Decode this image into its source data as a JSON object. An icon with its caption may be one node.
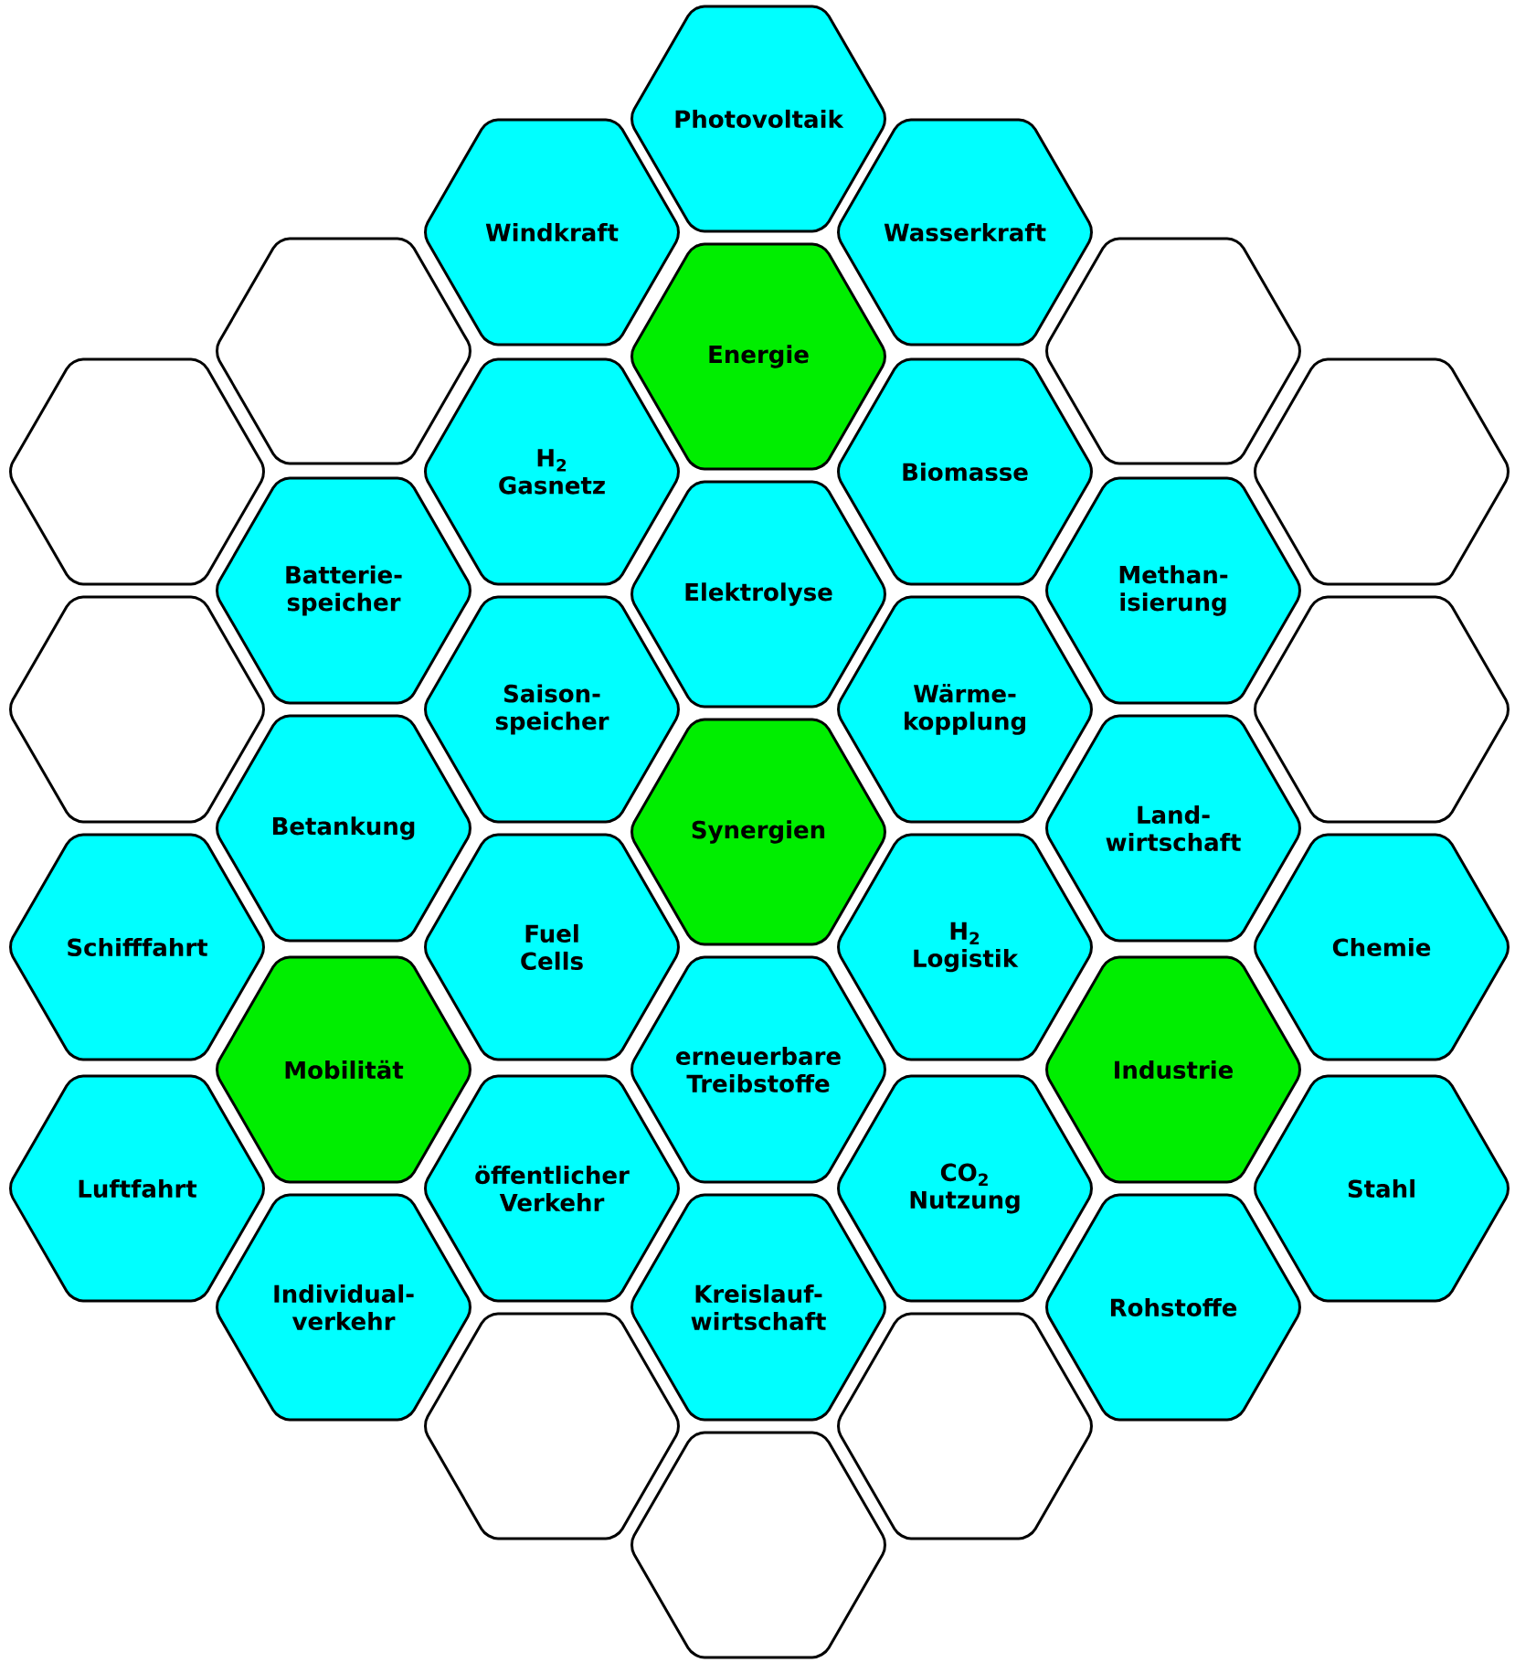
{
  "diagram": {
    "nodes": [
      {
        "text": [
          "Photovoltaik"
        ]
      },
      {
        "text": [
          "Windkraft"
        ]
      },
      {
        "text": [
          "Wasserkraft"
        ]
      },
      {
        "text": [],
        "shape": "hexagon"
      },
      {
        "text": [
          "Energie"
        ]
      },
      {
        "text": [],
        "shape": "hexagon"
      },
      {
        "text": [],
        "shape": "hexagon"
      },
      {
        "text": [
          "H$_{2}$ Gasnetz"
        ]
      },
      {
        "text": [
          "Biomasse"
        ]
      },
      {
        "text": [],
        "shape": "hexagon"
      },
      {
        "text": [
          "Batterie- speicher"
        ]
      },
      {
        "text": [
          "Elektrolyse"
        ]
      },
      {
        "text": [
          "Methan- isierung"
        ]
      },
      {
        "text": [],
        "shape": "hexagon"
      },
      {
        "text": [
          "Saison- speicher"
        ]
      },
      {
        "text": [
          "Wärme- kopplung"
        ]
      },
      {
        "text": [],
        "shape": "hexagon"
      },
      {
        "text": [
          "Betankung"
        ]
      },
      {
        "text": [
          "Synergien"
        ]
      },
      {
        "text": [
          "Land- wirtschaft"
        ]
      },
      {
        "text": [
          "Schifffahrt"
        ]
      },
      {
        "text": [
          "Fuel Cells"
        ]
      },
      {
        "text": [
          "H$_{2}$ Logistik"
        ]
      },
      {
        "text": [
          "Chemie"
        ]
      },
      {
        "text": [
          "Mobilität"
        ]
      },
      {
        "text": [
          "erneuerbare Treibstoffe"
        ]
      },
      {
        "text": [
          "Industrie"
        ]
      },
      {
        "text": [
          "Luftfahrt"
        ]
      },
      {
        "text": [
          "öffentlicher Verkehr"
        ]
      },
      {
        "text": [
          "CO$_{2}$ Nutzung"
        ]
      },
      {
        "text": [
          "Stahl"
        ]
      },
      {
        "text": [
          "Individual- verkehr"
        ]
      },
      {
        "text": [
          "Kreislauf- wirtschaft"
        ]
      },
      {
        "text": [
          "Rohstoffe"
        ]
      },
      {
        "text": [],
        "shape": "hexagon"
      },
      {
        "text": [],
        "shape": "hexagon"
      },
      {
        "text": [],
        "shape": "hexagon"
      }
    ]
  }
}
